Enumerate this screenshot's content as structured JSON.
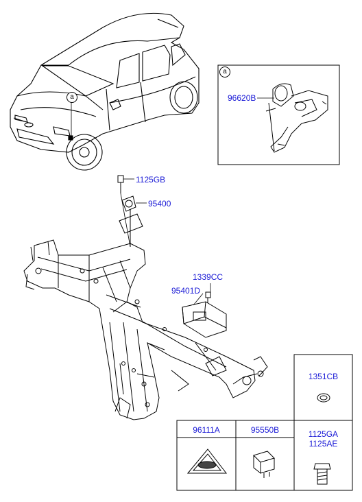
{
  "detail_marker": "a",
  "car_marker": "a",
  "labels": {
    "detail_part": "96620B",
    "bolt_top": "1125GB",
    "bracket_top": "95400",
    "screw": "1339CC",
    "module": "95401D"
  },
  "table": {
    "col1": "96111A",
    "col2": "95550B",
    "col3a": "1125GA",
    "col3b": "1125AE",
    "side": "1351CB"
  }
}
